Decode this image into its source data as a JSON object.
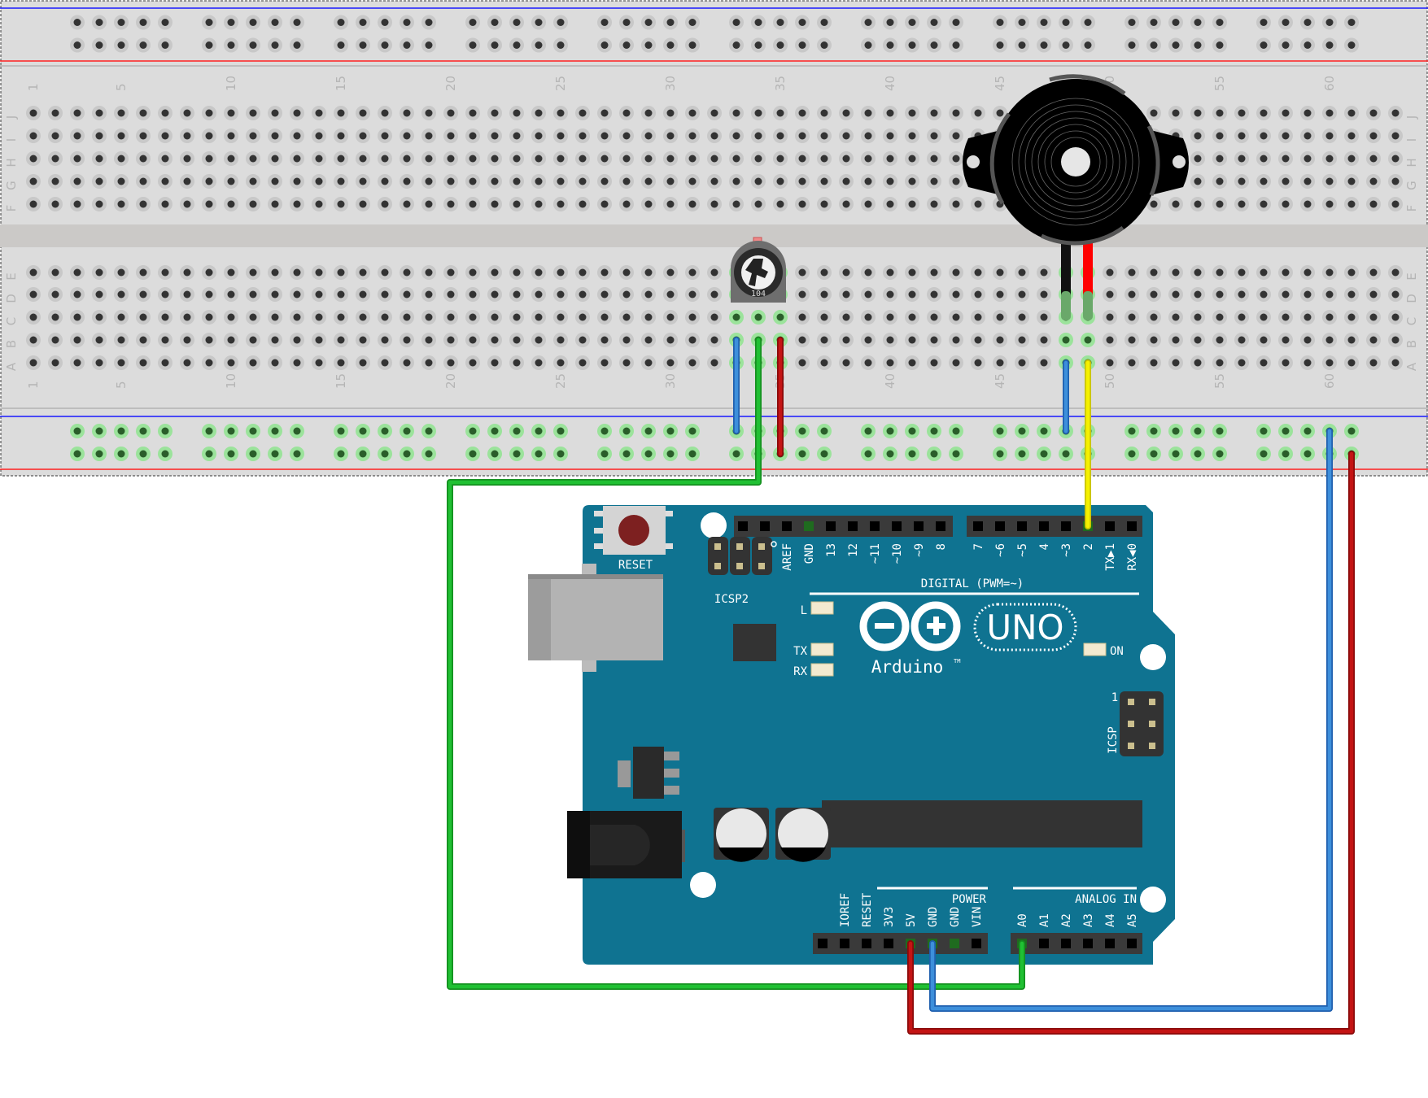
{
  "breadboard": {
    "columns": 63,
    "column_labels": [
      "1",
      "5",
      "10",
      "15",
      "20",
      "25",
      "30",
      "35",
      "40",
      "45",
      "50",
      "55",
      "60"
    ],
    "top_rows": [
      "J",
      "I",
      "H",
      "G",
      "F"
    ],
    "bottom_rows": [
      "E",
      "D",
      "C",
      "B",
      "A"
    ]
  },
  "potentiometer": {
    "label": "104"
  },
  "arduino": {
    "reset_label": "RESET",
    "icsp2_label": "ICSP2",
    "icsp_label": "ICSP",
    "icsp_pin1_label": "1",
    "digital_pins_left": [
      "",
      "",
      "AREF",
      "GND",
      "13",
      "12",
      "~11",
      "~10",
      "~9",
      "8"
    ],
    "digital_pins_right": [
      "7",
      "~6",
      "~5",
      "4",
      "~3",
      "2",
      "TX▶1",
      "RX◀0"
    ],
    "digital_label": "DIGITAL (PWM=~)",
    "led_l": "L",
    "led_tx": "TX",
    "led_rx": "RX",
    "led_on": "ON",
    "model": "UNO",
    "brand": "Arduino",
    "trademark": "TM",
    "power_label": "POWER",
    "power_pins": [
      "",
      "IOREF",
      "RESET",
      "3V3",
      "5V",
      "GND",
      "GND",
      "VIN"
    ],
    "analog_label": "ANALOG IN",
    "analog_pins": [
      "A0",
      "A1",
      "A2",
      "A3",
      "A4",
      "A5"
    ],
    "board_color": "#0f7391"
  },
  "wires": [
    {
      "name": "pot-gnd",
      "color": "#3d8fdb"
    },
    {
      "name": "pot-wiper-to-a0",
      "color": "#20c033"
    },
    {
      "name": "pot-5v",
      "color": "#c41414"
    },
    {
      "name": "buzzer-gnd",
      "color": "#3d8fdb"
    },
    {
      "name": "buzzer-to-pin2",
      "color": "#f5f000"
    },
    {
      "name": "rail-gnd",
      "color": "#3d8fdb"
    },
    {
      "name": "rail-5v",
      "color": "#c41414"
    }
  ]
}
